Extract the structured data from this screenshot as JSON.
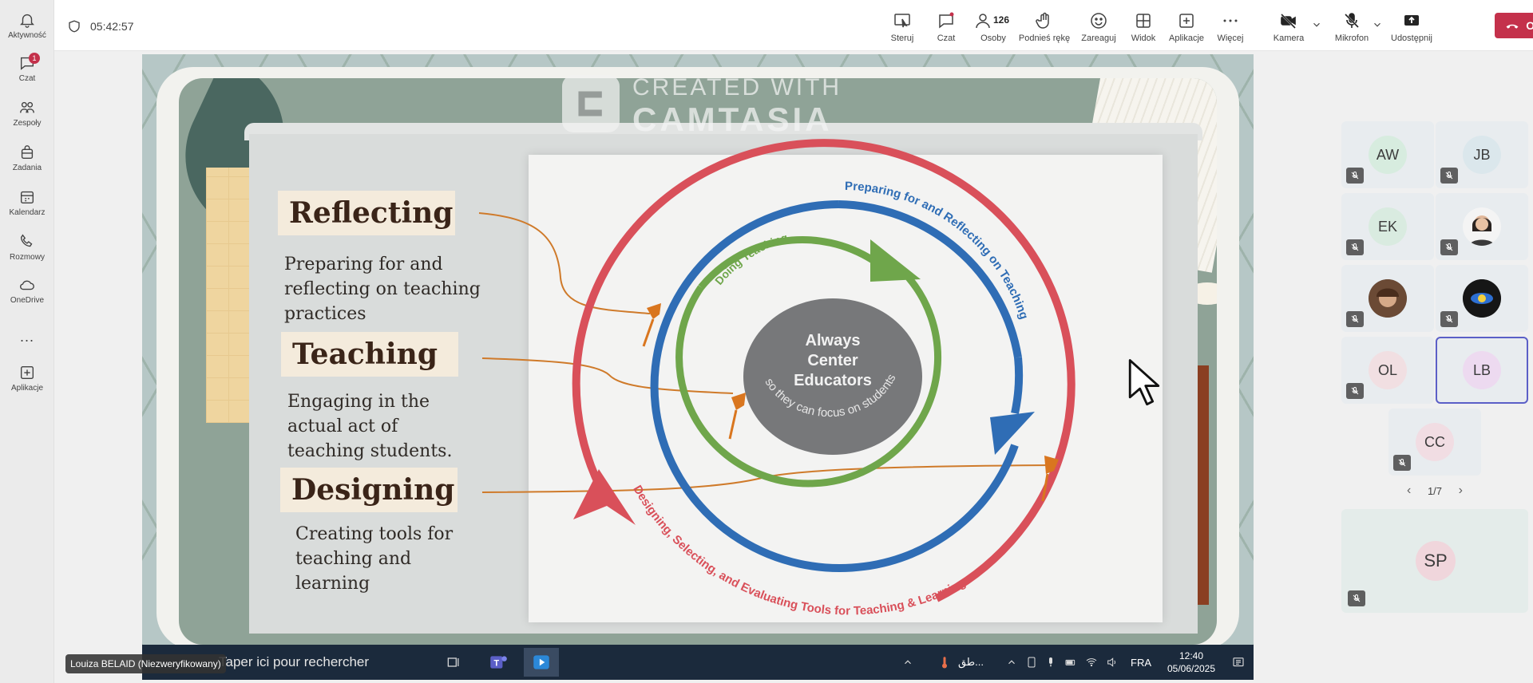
{
  "rail": {
    "items": [
      {
        "label": "Aktywność",
        "icon": "bell-icon"
      },
      {
        "label": "Czat",
        "icon": "chat-icon",
        "badge": "1"
      },
      {
        "label": "Zespoły",
        "icon": "teams-icon"
      },
      {
        "label": "Zadania",
        "icon": "bag-icon"
      },
      {
        "label": "Kalendarz",
        "icon": "calendar-icon"
      },
      {
        "label": "Rozmowy",
        "icon": "phone-icon"
      },
      {
        "label": "OneDrive",
        "icon": "cloud-icon"
      },
      {
        "label": "...",
        "icon": "more-icon"
      },
      {
        "label": "Aplikacje",
        "icon": "add-apps-icon"
      }
    ]
  },
  "meeting": {
    "timer": "05:42:57",
    "toolbar": {
      "control": "Steruj",
      "chat": "Czat",
      "people": "Osoby",
      "people_count": "126",
      "raise_hand": "Podnieś rękę",
      "react": "Zareaguj",
      "view": "Widok",
      "apps": "Aplikacje",
      "more": "Więcej",
      "camera": "Kamera",
      "mic": "Mikrofon",
      "share": "Udostępnij",
      "leave": "Opuść"
    }
  },
  "slide": {
    "watermark_top": "CREATED WITH",
    "watermark_bottom": "CAMTASIA",
    "sections": [
      {
        "title": "Reflecting",
        "desc": "Preparing for and reflecting on teaching practices"
      },
      {
        "title": "Teaching",
        "desc": "Engaging in the actual act of teaching students."
      },
      {
        "title": "Designing",
        "desc": "Creating tools for teaching and learning"
      }
    ],
    "diagram": {
      "center_line1": "Always",
      "center_line2": "Center",
      "center_line3": "Educators",
      "center_sub": "so they can focus on students",
      "green_arc": "Doing Teaching",
      "blue_arc": "Preparing for and Reflecting on Teaching",
      "red_arc": "Designing, Selecting, and Evaluating Tools for Teaching & Learning",
      "colors": {
        "red": "#d9505a",
        "blue": "#2f6db5",
        "green": "#6fa64b",
        "center": "#77787a",
        "pin": "#d9761f"
      }
    }
  },
  "taskbar": {
    "search_placeholder": "Taper ici pour rechercher",
    "weather": "طق...",
    "lang": "FRA",
    "time": "12:40",
    "date": "05/06/2025"
  },
  "presenter_tag": "Louiza BELAID (Niezweryfikowany)",
  "participants": [
    {
      "initials": "AW",
      "color": "#d7ecdf"
    },
    {
      "initials": "JB",
      "color": "#dbe7ec"
    },
    {
      "initials": "EK",
      "color": "#d9ebe0"
    },
    {
      "initials": "",
      "color": "#f4f4f4",
      "photo": true
    },
    {
      "initials": "",
      "color": "#5a4a40",
      "photo": true
    },
    {
      "initials": "",
      "color": "#1e1e1e",
      "photo": true
    },
    {
      "initials": "OL",
      "color": "#f1dfe2"
    },
    {
      "initials": "LB",
      "color": "#eddaf0",
      "active": true
    },
    {
      "initials": "CC",
      "color": "#f1dde3"
    }
  ],
  "pager": "1/7",
  "self_initials": "SP"
}
